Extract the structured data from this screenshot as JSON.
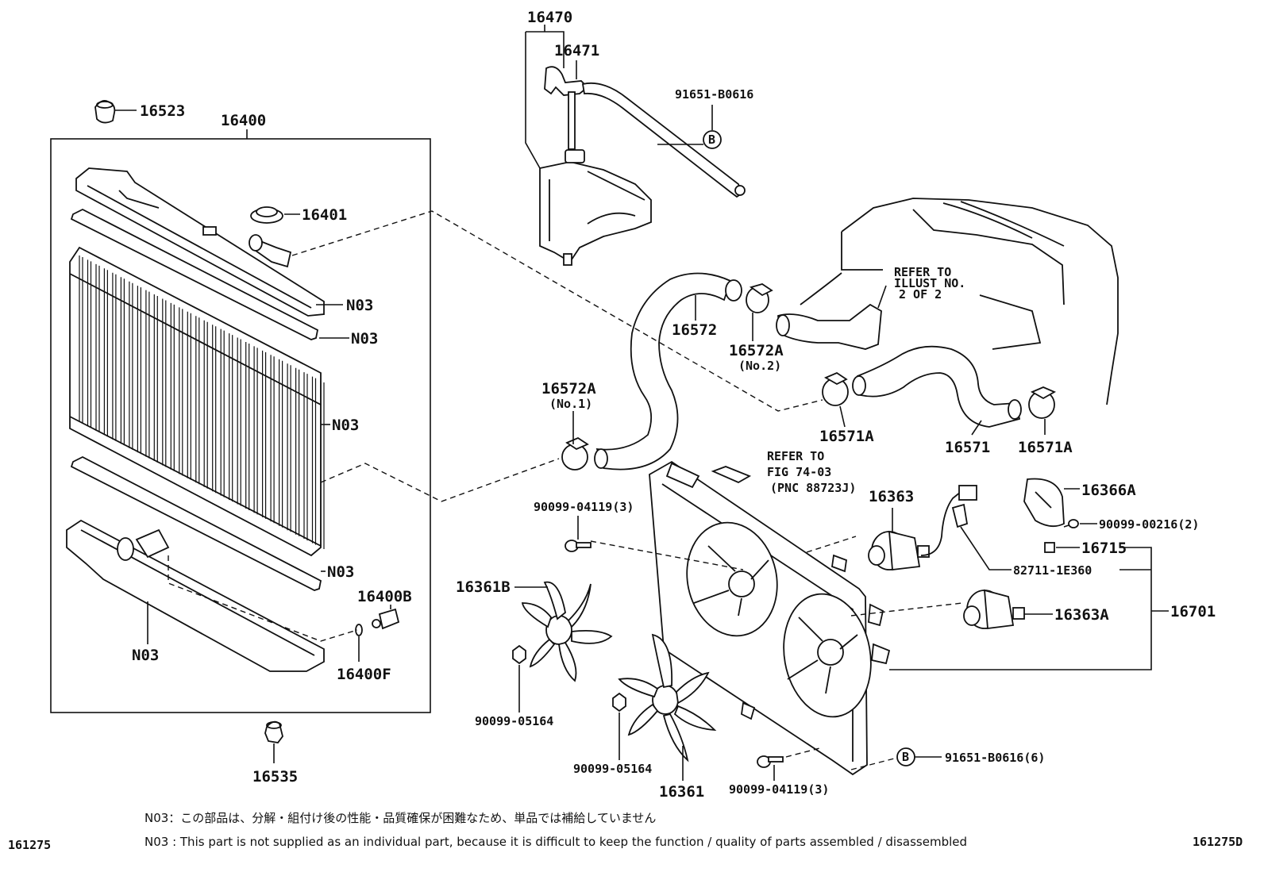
{
  "labels": {
    "p16470": "16470",
    "p16471": "16471",
    "p91651_top": "91651-B0616",
    "p16523": "16523",
    "p16400": "16400",
    "p16401": "16401",
    "n03_a": "N03",
    "n03_b": "N03",
    "n03_c": "N03",
    "n03_d": "N03",
    "n03_e": "N03",
    "p16400B": "16400B",
    "p16400F": "16400F",
    "p16535": "16535",
    "p16572": "16572",
    "p16572A_no2": "16572A",
    "no2": "(No.2)",
    "p16572A_no1": "16572A",
    "no1": "(No.1)",
    "p16571A_a": "16571A",
    "p16571": "16571",
    "p16571A_b": "16571A",
    "refer_illust_1": "REFER TO",
    "refer_illust_2": "ILLUST NO.",
    "refer_illust_3": "2 OF 2",
    "refer_fig_1": "REFER TO",
    "refer_fig_2": "FIG 74-03",
    "refer_fig_3": "(PNC 88723J)",
    "p16363": "16363",
    "p16366A": "16366A",
    "p90099_00216": "90099-00216(2)",
    "p16715": "16715",
    "p82711": "82711-1E360",
    "p16701": "16701",
    "p16363A": "16363A",
    "p90099_04119_top": "90099-04119(3)",
    "p16361B": "16361B",
    "p90099_05164_a": "90099-05164",
    "p90099_05164_b": "90099-05164",
    "p16361": "16361",
    "p90099_04119_bot": "90099-04119(3)",
    "p91651_bot": "91651-B0616(6)",
    "b_marker_top": "B",
    "b_marker_bot": "B"
  },
  "notes": {
    "jp": "N03：この部品は、分解・組付け後の性能・品質確保が困難なため、単品では補給していません",
    "en": "N03 : This part is not supplied as an individual part, because it is difficult to keep the function / quality of parts assembled / disassembled"
  },
  "footer": {
    "left_id": "161275",
    "right_id": "161275D"
  }
}
